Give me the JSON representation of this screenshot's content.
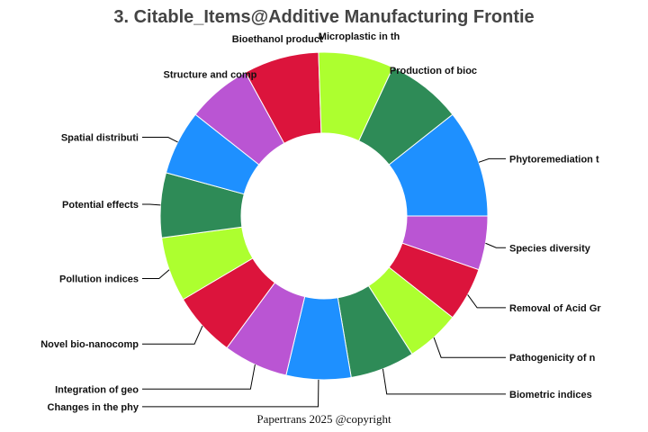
{
  "chart_data": {
    "type": "pie",
    "title": "3. Citable_Items@Additive Manufacturing Frontie",
    "footer": "Papertrans 2025 @copyright",
    "start_label": "Phytoremediation t",
    "slices": [
      {
        "label": "Phytoremediation t",
        "value": 10,
        "color": "#1E90FF"
      },
      {
        "label": "Species diversity",
        "value": 5,
        "color": "#BA55D3"
      },
      {
        "label": "Removal of Acid Gr",
        "value": 5,
        "color": "#DC143C"
      },
      {
        "label": "Pathogenicity of n",
        "value": 5,
        "color": "#ADFF2F"
      },
      {
        "label": "Biometric indices",
        "value": 6,
        "color": "#2E8B57"
      },
      {
        "label": "Changes in the phy",
        "value": 6,
        "color": "#1E90FF"
      },
      {
        "label": "Integration of geo",
        "value": 6,
        "color": "#BA55D3"
      },
      {
        "label": "Novel bio-nanocomp",
        "value": 6,
        "color": "#DC143C"
      },
      {
        "label": "Pollution indices",
        "value": 6,
        "color": "#ADFF2F"
      },
      {
        "label": "Potential effects",
        "value": 6,
        "color": "#2E8B57"
      },
      {
        "label": "Spatial distributi",
        "value": 6,
        "color": "#1E90FF"
      },
      {
        "label": "Structure and comp",
        "value": 6,
        "color": "#BA55D3"
      },
      {
        "label": "Bioethanol product",
        "value": 7,
        "color": "#DC143C"
      },
      {
        "label": "Microplastic in th",
        "value": 7,
        "color": "#ADFF2F"
      },
      {
        "label": "Production of bioc",
        "value": 7,
        "color": "#2E8B57"
      }
    ]
  }
}
